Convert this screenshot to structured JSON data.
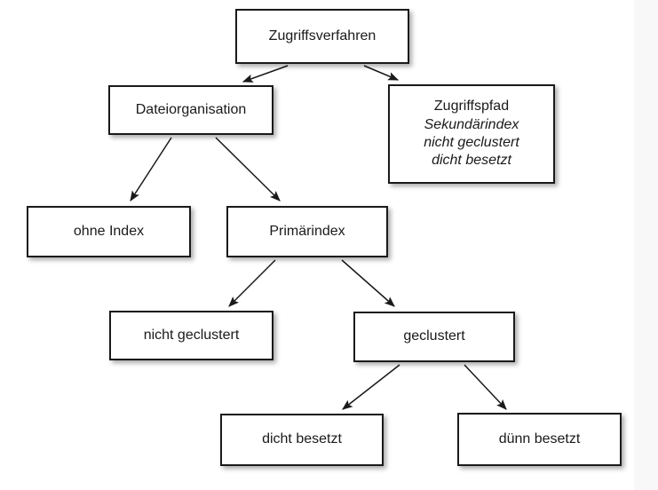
{
  "diagram": {
    "title_text": "Zugriffsverfahren",
    "background_color": "#ffffff",
    "panel_color": "#f8f8f8",
    "box_border_color": "#1a1a1a",
    "text_color": "#1a1a1a",
    "nodes": {
      "zugriffsverfahren": {
        "label": "Zugriffsverfahren"
      },
      "dateiorganisation": {
        "label": "Dateiorganisation"
      },
      "zugriffspfad": {
        "line1": "Zugriffspfad",
        "line2": "Sekundärindex",
        "line3": "nicht geclustert",
        "line4": "dicht besetzt"
      },
      "ohne_index": {
        "label": "ohne Index"
      },
      "primaerindex": {
        "label": "Primärindex"
      },
      "nicht_geclustert": {
        "label": "nicht geclustert"
      },
      "geclustert": {
        "label": "geclustert"
      },
      "dicht_besetzt": {
        "label": "dicht besetzt"
      },
      "duenn_besetzt": {
        "label": "dünn besetzt"
      }
    },
    "edges": [
      {
        "from": "Zugriffsverfahren",
        "to": "Dateiorganisation"
      },
      {
        "from": "Zugriffsverfahren",
        "to": "Zugriffspfad"
      },
      {
        "from": "Dateiorganisation",
        "to": "ohne Index"
      },
      {
        "from": "Dateiorganisation",
        "to": "Primärindex"
      },
      {
        "from": "Primärindex",
        "to": "nicht geclustert"
      },
      {
        "from": "Primärindex",
        "to": "geclustert"
      },
      {
        "from": "geclustert",
        "to": "dicht besetzt"
      },
      {
        "from": "geclustert",
        "to": "dünn besetzt"
      }
    ]
  }
}
